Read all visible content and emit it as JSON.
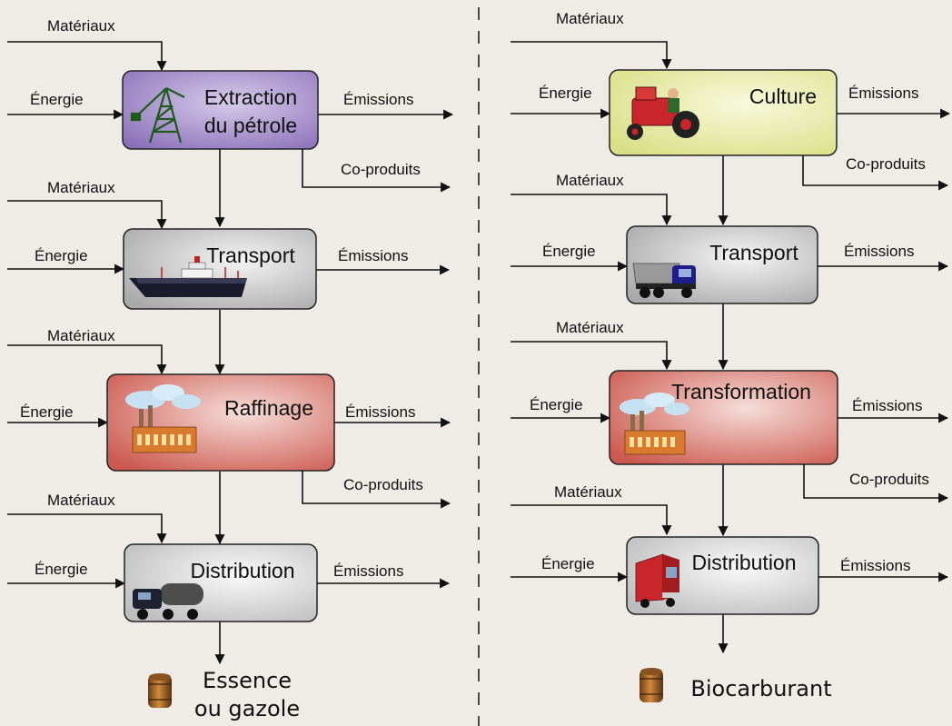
{
  "labels": {
    "materiaux": "Matériaux",
    "energie": "Énergie",
    "emissions": "Émissions",
    "coproduits": "Co-produits"
  },
  "petrole_chain": {
    "stages": [
      "Extraction",
      "du pétrole",
      "Transport",
      "Raffinage",
      "Distribution"
    ],
    "product_line1": "Essence",
    "product_line2": "ou gazole"
  },
  "bio_chain": {
    "stages": [
      "Culture",
      "Transport",
      "Transformation",
      "Distribution"
    ],
    "product": "Biocarburant"
  },
  "colors": {
    "background": "#efebe6",
    "extraction": "#9b84c4",
    "culture": "#e4e8a4",
    "transport": "#bdbdbd",
    "raffinage": "#d8776e",
    "distribution": "#c9c9c9"
  },
  "icons": [
    "oil-derrick-icon",
    "ship-icon",
    "factory-icon",
    "tanker-truck-icon",
    "tractor-icon",
    "dump-truck-icon",
    "red-truck-icon",
    "barrel-icon"
  ]
}
